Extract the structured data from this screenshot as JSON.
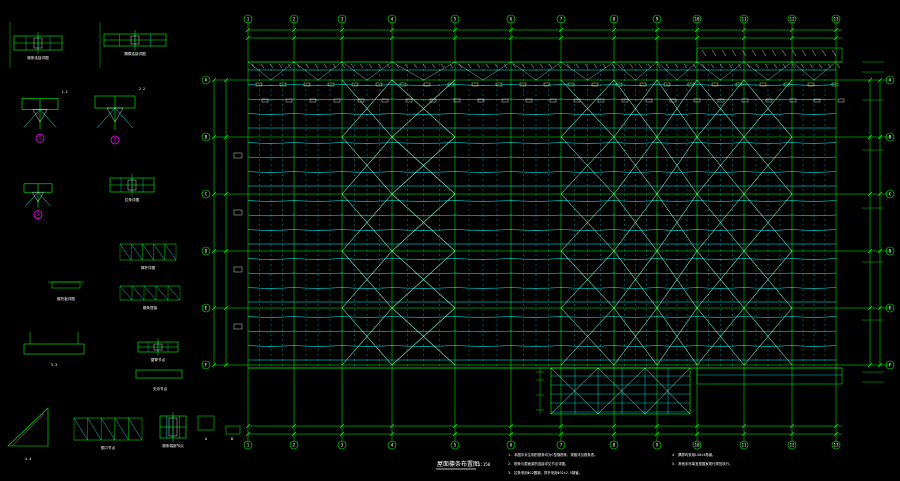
{
  "colors": {
    "background": "#000000",
    "grid_line": "#00ff00",
    "dimension_line": "#00ff00",
    "purlin": "#00ffff",
    "bracing": "#7fffd4",
    "detail": "#00ff00",
    "bubble_magenta": "#ff00ff",
    "text_white": "#ffffff",
    "text_yellow": "#ffff66",
    "frame": "#ffffff"
  },
  "drawing": {
    "plan_title": "屋面檩条布置图",
    "plan_scale": "1:150",
    "col_grid_labels": [
      "1",
      "2",
      "3",
      "4",
      "5",
      "6",
      "7",
      "8",
      "9",
      "10",
      "11",
      "12",
      "13"
    ],
    "row_grid_labels": [
      "A",
      "B",
      "C",
      "D",
      "E",
      "F"
    ],
    "notes_col1": [
      "1. 本图中未注明的檩条均为C型钢檩条，规格详见檩条表。",
      "2. 檩条与屋面梁的连接详见节点详图。",
      "3. 拉条采用Φ12圆钢，撑杆采用Φ32×2.5钢管。"
    ],
    "notes_col2": [
      "4. 隅撑均采用L50×4角钢。",
      "5. 其他未尽事宜按国家现行规范执行。"
    ],
    "detail_captions": [
      "檩条连接详图",
      "隅撑连接详图",
      "1-1",
      "2-2",
      "拉条详图",
      "撑杆详图",
      "檩托板详图",
      "檩条搭接",
      "3-3",
      "屋脊节点",
      "天沟节点",
      "4-4",
      "檐口节点",
      "檩条端部节点",
      "A",
      "B"
    ],
    "detail_bubbles": [
      "1",
      "2",
      "3"
    ]
  }
}
